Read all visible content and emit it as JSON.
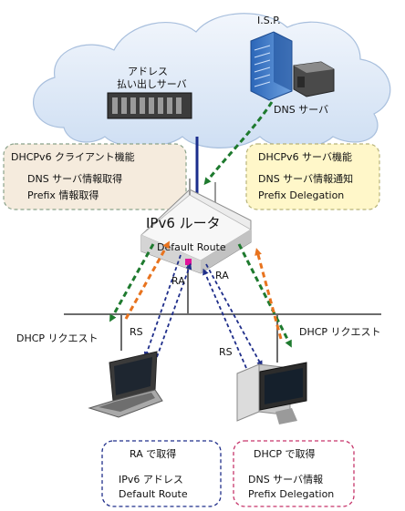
{
  "isp": {
    "label": "I.S.P."
  },
  "addr_server": {
    "label_line1": "アドレス",
    "label_line2": "払い出しサーバ"
  },
  "dns_server": {
    "label": "DNS サーバ"
  },
  "client_box": {
    "title": "DHCPv6 クライアント機能",
    "line1": "DNS サーバ情報取得",
    "line2": "Prefix 情報取得"
  },
  "server_box": {
    "title": "DHCPv6 サーバ機能",
    "line1": "DNS サーバ情報通知",
    "line2": "Prefix Delegation"
  },
  "router": {
    "label": "IPv6 ルータ",
    "route_label": "Default Route"
  },
  "arrows": {
    "ra_left": "RA",
    "ra_right": "RA",
    "rs_left": "RS",
    "rs_right": "RS"
  },
  "dhcp_left": "DHCP リクエスト",
  "dhcp_right": "DHCP リクエスト",
  "ra_box": {
    "title": "RA で取得",
    "line1": "IPv6 アドレス",
    "line2": "Default Route"
  },
  "dhcp_box": {
    "title": "DHCP で取得",
    "line1": "DNS サーバ情報",
    "line2": "Prefix Delegation"
  },
  "colors": {
    "green_arrow": "#1e7a2e",
    "orange_arrow": "#e8731e",
    "blue_arrow": "#1f2e8a",
    "uplink": "#1a2d8c",
    "cloud": "#dfe9f7"
  }
}
